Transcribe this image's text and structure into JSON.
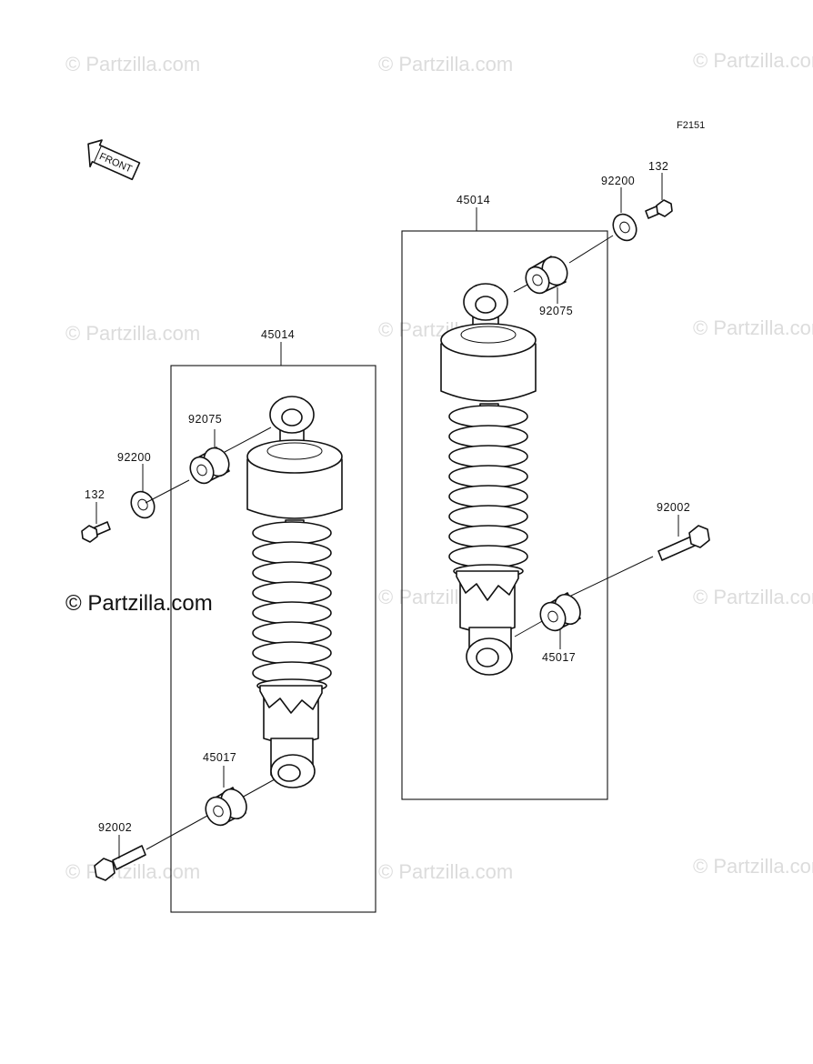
{
  "figure_code": "F2151",
  "front_arrow": {
    "label": "FRONT",
    "icon": "front-arrow-icon"
  },
  "watermark": {
    "text": "© Partzilla.com",
    "color": "#dcdcdc"
  },
  "left_assembly": {
    "group": "45014",
    "parts": {
      "upper_bushing": "92075",
      "washer": "92200",
      "bolt_upper": "132",
      "lower_bushing": "45017",
      "bolt_lower": "92002"
    }
  },
  "right_assembly": {
    "group": "45014",
    "parts": {
      "washer": "92200",
      "bolt_upper": "132",
      "upper_bushing": "92075",
      "bolt_lower": "92002",
      "lower_bushing": "45017"
    }
  }
}
